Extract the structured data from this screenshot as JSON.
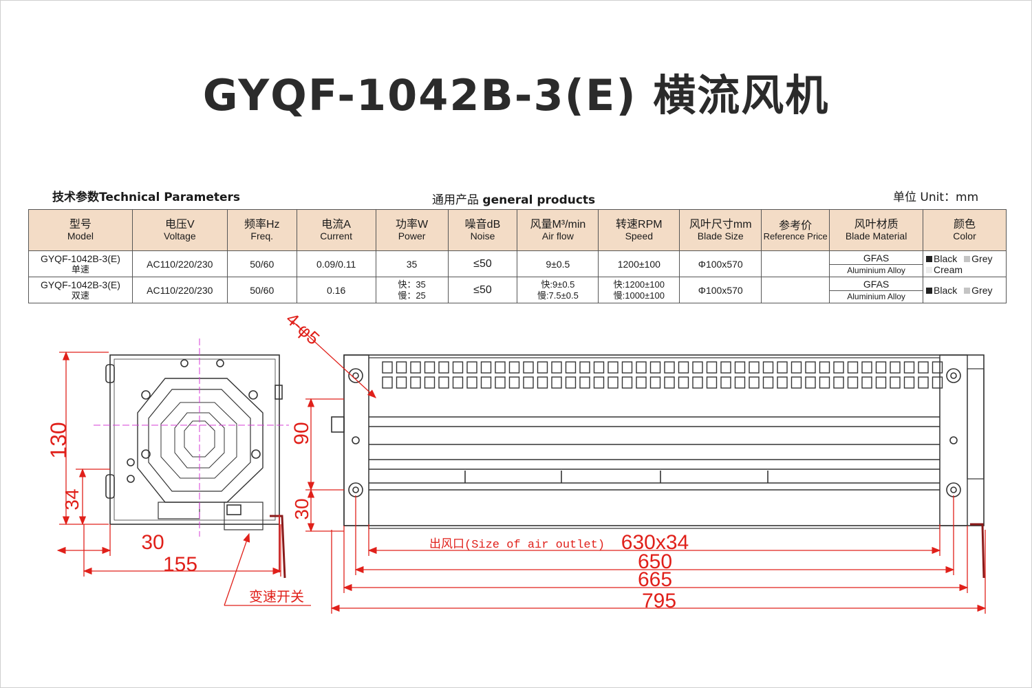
{
  "title": "GYQF-1042B-3(E) 横流风机",
  "header": {
    "left_cn": "技术参数",
    "left_en": "Technical Parameters",
    "mid_cn": "通用产品",
    "mid_en": "general products",
    "right": "单位 Unit：mm"
  },
  "table": {
    "columns": [
      {
        "cn": "型号",
        "en": "Model"
      },
      {
        "cn": "电压V",
        "en": "Voltage"
      },
      {
        "cn": "频率Hz",
        "en": "Freq."
      },
      {
        "cn": "电流A",
        "en": "Current"
      },
      {
        "cn": "功率W",
        "en": "Power"
      },
      {
        "cn": "噪音dB",
        "en": "Noise"
      },
      {
        "cn": "风量M³/min",
        "en": "Air flow"
      },
      {
        "cn": "转速RPM",
        "en": "Speed"
      },
      {
        "cn": "风叶尺寸mm",
        "en": "Blade Size"
      },
      {
        "cn": "参考价",
        "en": "Reference Price"
      },
      {
        "cn": "风叶材质",
        "en": "Blade Material"
      },
      {
        "cn": "颜色",
        "en": "Color"
      }
    ],
    "rows": [
      {
        "model": "GYQF-1042B-3(E)",
        "model_sub": "单速",
        "voltage": "AC110/220/230",
        "freq": "50/60",
        "current": "0.09/0.11",
        "power_a": "35",
        "power_b": "",
        "noise": "≤50",
        "airflow_a": "9±0.5",
        "airflow_b": "",
        "speed_a": "1200±100",
        "speed_b": "",
        "blade_size": "Φ100x570",
        "price": "",
        "material_top": "GFAS",
        "material_bottom": "Aluminium Alloy",
        "colors": [
          "Black",
          "Grey",
          "Cream"
        ]
      },
      {
        "model": "GYQF-1042B-3(E)",
        "model_sub": "双速",
        "voltage": "AC110/220/230",
        "freq": "50/60",
        "current": "0.16",
        "power_a": "快：35",
        "power_b": "慢：25",
        "noise": "≤50",
        "airflow_a": "快:9±0.5",
        "airflow_b": "慢:7.5±0.5",
        "speed_a": "快:1200±100",
        "speed_b": "慢:1000±100",
        "blade_size": "Φ100x570",
        "price": "",
        "material_top": "GFAS",
        "material_bottom": "Aluminium Alloy",
        "colors": [
          "Black",
          "Grey"
        ]
      }
    ]
  },
  "drawing": {
    "dims_side": {
      "height": "130",
      "lower": "34",
      "offset": "30",
      "width": "155"
    },
    "dims_front": {
      "height": "90",
      "lower": "30",
      "outlet": "630x34",
      "d1": "650",
      "d2": "665",
      "total": "795"
    },
    "hole_label": "4-φ5",
    "outlet_label": "出风口(Size of  air outlet)",
    "switch_label": "变速开关"
  }
}
